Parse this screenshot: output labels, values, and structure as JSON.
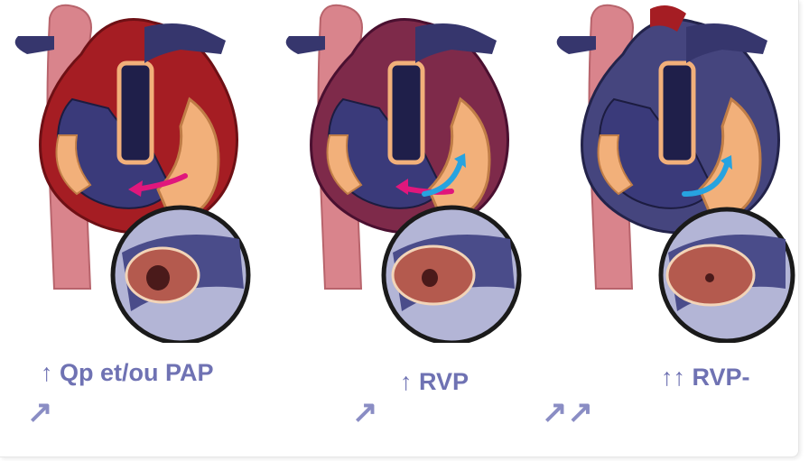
{
  "panels": [
    {
      "caption": "↑ Qp et/ou PAP",
      "trend": "↗",
      "flow": "pink"
    },
    {
      "caption": "↑ RVP",
      "trend": "↗",
      "flow": "pink+blue"
    },
    {
      "caption": "↑↑ RVP-",
      "trend": "↗↗",
      "flow": "blue"
    }
  ],
  "colors": {
    "caption": "#6f72b3",
    "aorta_pink": "#d9848c",
    "heart_red": "#a51d23",
    "vein_blue": "#36366d",
    "tissue_peach": "#f2b07a",
    "inset_ring": "#1a1a1a",
    "inset_bg": "#b3b5d6",
    "flow_pink": "#e0177c",
    "flow_blue": "#27a3e0"
  }
}
